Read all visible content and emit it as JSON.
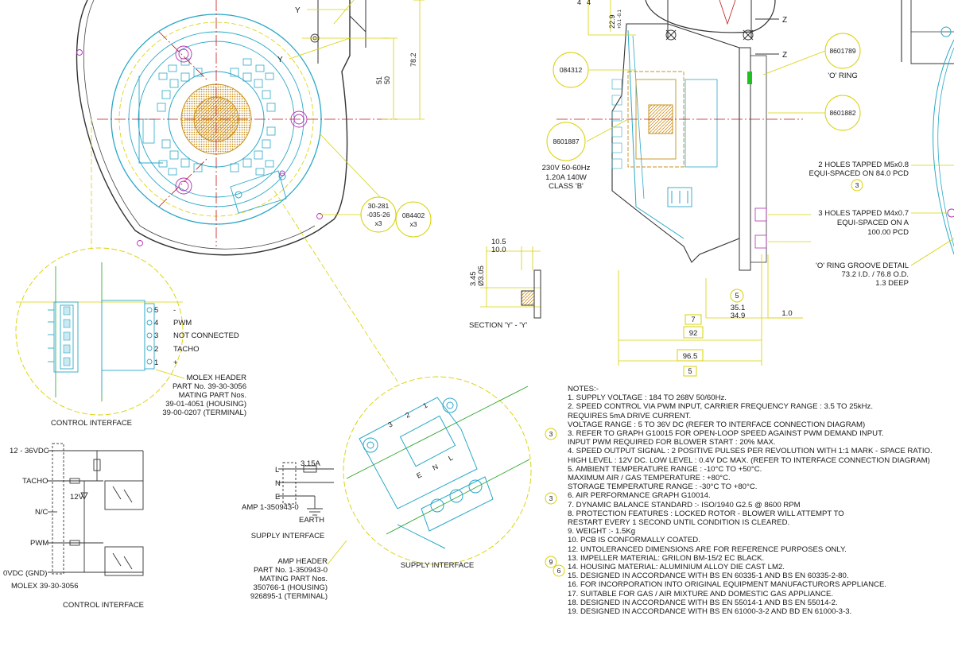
{
  "dims": {
    "d78_2": "78.2",
    "d51": "51",
    "d50": "50",
    "d22_9": "22.9",
    "d22_9_tol": "+0.1 -0.1",
    "d10_5": "10.5",
    "d10_0": "10.0",
    "d3_45": "3.45",
    "d3_05": "Ø3.05",
    "d35_1": "35.1",
    "d34_9": "34.9",
    "d1_0": "1.0",
    "d92": "92",
    "d96_5": "96.5",
    "ref5a": "5",
    "ref7": "7",
    "ref5b": "5",
    "ref4a": "4",
    "ref4b": "4"
  },
  "axis_labels": {
    "y1": "Y",
    "y2": "Y",
    "z1": "Z",
    "z2": "Z"
  },
  "parts": {
    "p30281": [
      "30-281",
      "-035-26",
      "x3"
    ],
    "p084402": [
      "084402",
      "x3"
    ],
    "p084312": "084312",
    "p8601789": "8601789",
    "p8601882": "8601882",
    "p8601887": "8601887",
    "o_ring": "'O' RING"
  },
  "rating": [
    "230V 50-60Hz",
    "1.20A 140W",
    "CLASS 'B'"
  ],
  "section_label": "SECTION 'Y' - 'Y'",
  "right_callouts": {
    "holes_m5": [
      "2 HOLES TAPPED M5x0.8",
      "EQUI-SPACED ON 84.0 PCD"
    ],
    "rev3": "3",
    "holes_m4": [
      "3 HOLES TAPPED M4x0.7",
      "EQUI-SPACED ON A",
      "100.00 PCD"
    ],
    "groove": [
      "'O' RING GROOVE DETAIL",
      "73.2 I.D. / 76.8 O.D.",
      "1.3 DEEP"
    ]
  },
  "connector": {
    "pins": [
      "5",
      "4",
      "3",
      "2",
      "1"
    ],
    "signals": [
      "-",
      "PWM",
      "NOT CONNECTED",
      "TACHO",
      "+"
    ],
    "molex": [
      "MOLEX HEADER",
      "PART No. 39-30-3056",
      "MATING PART Nos.",
      "39-01-4051 (HOUSING)",
      "39-00-0207 (TERMINAL)"
    ],
    "caption": "CONTROL INTERFACE"
  },
  "control_schematic": {
    "labels": [
      "12 - 36VDC",
      "TACHO",
      "N/C",
      "PWM",
      "0VDC (GND)",
      "MOLEX 39-30-3056"
    ],
    "zener": "12V",
    "caption": "CONTROL INTERFACE"
  },
  "supply_schematic": {
    "lines": [
      "L",
      "N",
      "E"
    ],
    "fuse": "3.15A",
    "amp": "AMP 1-350943-0",
    "earth": "EARTH",
    "caption": "SUPPLY INTERFACE"
  },
  "amp_header": [
    "AMP HEADER",
    "PART No. 1-350943-0",
    "MATING PART Nos.",
    "350766-1 (HOUSING)",
    "926895-1 (TERMINAL)"
  ],
  "supply_detail": {
    "pin_nums": [
      "3",
      "2",
      "1"
    ],
    "pin_names": [
      "E",
      "N",
      "L"
    ],
    "caption": "SUPPLY INTERFACE"
  },
  "notes": {
    "title": "NOTES:-",
    "lines": [
      "1.  SUPPLY VOLTAGE : 184 TO 268V 50/60Hz.",
      "2.  SPEED CONTROL VIA PWM INPUT, CARRIER FREQUENCY RANGE : 3.5 TO 25kHz.",
      "      REQUIRES 5mA DRIVE CURRENT.",
      "      VOLTAGE RANGE : 5 TO 36V DC (REFER TO INTERFACE CONNECTION DIAGRAM)",
      "3.  REFER TO GRAPH G10015 FOR OPEN-LOOP SPEED AGAINST PWM DEMAND INPUT.",
      "      INPUT PWM REQUIRED FOR BLOWER START : 20% MAX.",
      "4.  SPEED OUTPUT SIGNAL : 2 POSITIVE PULSES PER REVOLUTION WITH 1:1 MARK - SPACE RATIO.",
      "      HIGH LEVEL : 12V DC. LOW LEVEL : 0.4V DC MAX. (REFER TO INTERFACE CONNECTION DIAGRAM)",
      "5.  AMBIENT TEMPERATURE RANGE : -10°C TO +50°C.",
      "      MAXIMUM AIR / GAS TEMPERATURE : +80°C.",
      "      STORAGE TEMPERATURE RANGE : -30°C TO +80°C.",
      "6.  AIR PERFORMANCE GRAPH G10014.",
      "7.  DYNAMIC BALANCE STANDARD :- ISO/1940 G2.5 @ 8600 RPM",
      "8.  PROTECTION FEATURES : LOCKED ROTOR - BLOWER WILL ATTEMPT TO",
      "      RESTART EVERY 1 SECOND UNTIL CONDITION IS CLEARED.",
      "9.  WEIGHT :- 1.5Kg",
      "10. PCB IS CONFORMALLY COATED.",
      "12. UNTOLERANCED DIMENSIONS ARE FOR REFERENCE PURPOSES ONLY.",
      "13. IMPELLER MATERIAL: GRILON BM-15/2 EC BLACK.",
      "14. HOUSING MATERIAL: ALUMINIUM ALLOY DIE CAST LM2.",
      "15. DESIGNED IN ACCORDANCE WITH BS EN 60335-1 AND BS EN 60335-2-80.",
      "16. FOR INCORPORATION INTO ORIGINAL EQUIPMENT MANUFACTURORS APPLIANCE.",
      "17. SUITABLE FOR GAS / AIR MIXTURE AND DOMESTIC GAS APPLIANCE.",
      "18. DESIGNED IN ACCORDANCE WITH BS EN 55014-1 AND BS EN 55014-2.",
      "19. DESIGNED IN ACCORDANCE WITH BS EN 61000-3-2 AND BD EN 61000-3-3."
    ],
    "revs": {
      "r3a": "3",
      "r3b": "3",
      "r9": "9",
      "r6": "6"
    }
  }
}
